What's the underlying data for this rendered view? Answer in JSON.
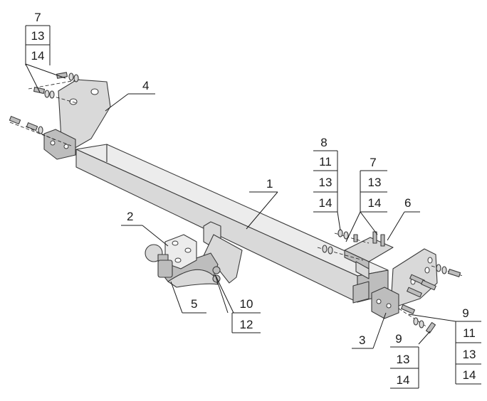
{
  "labels": {
    "part_1": "1",
    "part_2": "2",
    "part_3": "3",
    "part_4": "4",
    "part_5": "5",
    "part_6": "6",
    "stack_top_left": [
      "7",
      "13",
      "14"
    ],
    "stack_center_left": [
      "8",
      "11",
      "13",
      "14"
    ],
    "stack_center_right": [
      "7",
      "13",
      "14"
    ],
    "stack_ball": [
      "10",
      "12"
    ],
    "stack_bottom_mid": [
      "9",
      "13",
      "14"
    ],
    "stack_bottom_right": [
      "9",
      "11",
      "13",
      "14"
    ]
  }
}
